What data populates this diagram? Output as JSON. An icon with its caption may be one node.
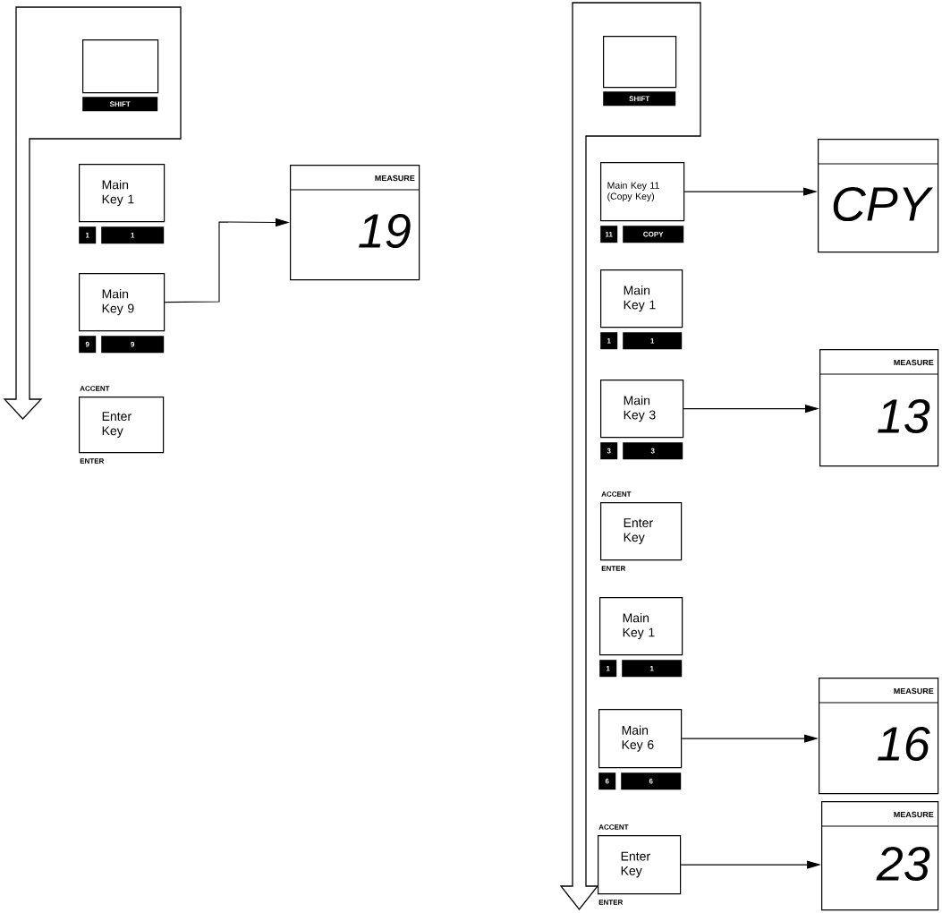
{
  "diagram": {
    "nodes": [
      {
        "text": [],
        "shape": "box",
        "beside": [
          "SHIFT"
        ]
      },
      {
        "text": [
          "Main Key 1"
        ],
        "beside": [
          "1",
          "1"
        ]
      },
      {
        "text": [
          "Main Key 9"
        ],
        "beside": [
          "9",
          "9"
        ]
      },
      {
        "text": [
          "MEASURE",
          "19"
        ]
      },
      {
        "text": [
          "Enter Key"
        ],
        "beside": [
          "ACCENT",
          "ENTER"
        ]
      },
      {
        "text": [],
        "shape": "box",
        "beside": [
          "SHIFT"
        ]
      },
      {
        "text": [
          "Main Key 11 (Copy Key)"
        ],
        "beside": [
          "11",
          "COPY"
        ]
      },
      {
        "text": [
          "CPY"
        ]
      },
      {
        "text": [
          "Main Key 1"
        ],
        "beside": [
          "1",
          "1"
        ]
      },
      {
        "text": [
          "Main Key 3"
        ],
        "beside": [
          "3",
          "3"
        ]
      },
      {
        "text": [
          "MEASURE",
          "13"
        ]
      },
      {
        "text": [
          "Enter Key"
        ],
        "beside": [
          "ACCENT",
          "ENTER"
        ]
      },
      {
        "text": [
          "Main Key 1"
        ],
        "beside": [
          "1",
          "1"
        ]
      },
      {
        "text": [
          "Main Key 6"
        ],
        "beside": [
          "6",
          "6"
        ]
      },
      {
        "text": [
          "MEASURE",
          "16"
        ]
      },
      {
        "text": [
          "Enter Key"
        ],
        "beside": [
          "ACCENT",
          "ENTER"
        ]
      },
      {
        "text": [
          "MEASURE",
          "23"
        ]
      }
    ],
    "edges": [
      {
        "from": 2,
        "to": 3,
        "arrow": "to"
      },
      {
        "from": 6,
        "to": 7,
        "arrow": "to"
      },
      {
        "from": 9,
        "to": 10,
        "arrow": "to"
      },
      {
        "from": 13,
        "to": 14,
        "arrow": "to"
      },
      {
        "from": 15,
        "to": 16,
        "arrow": "to"
      }
    ]
  }
}
